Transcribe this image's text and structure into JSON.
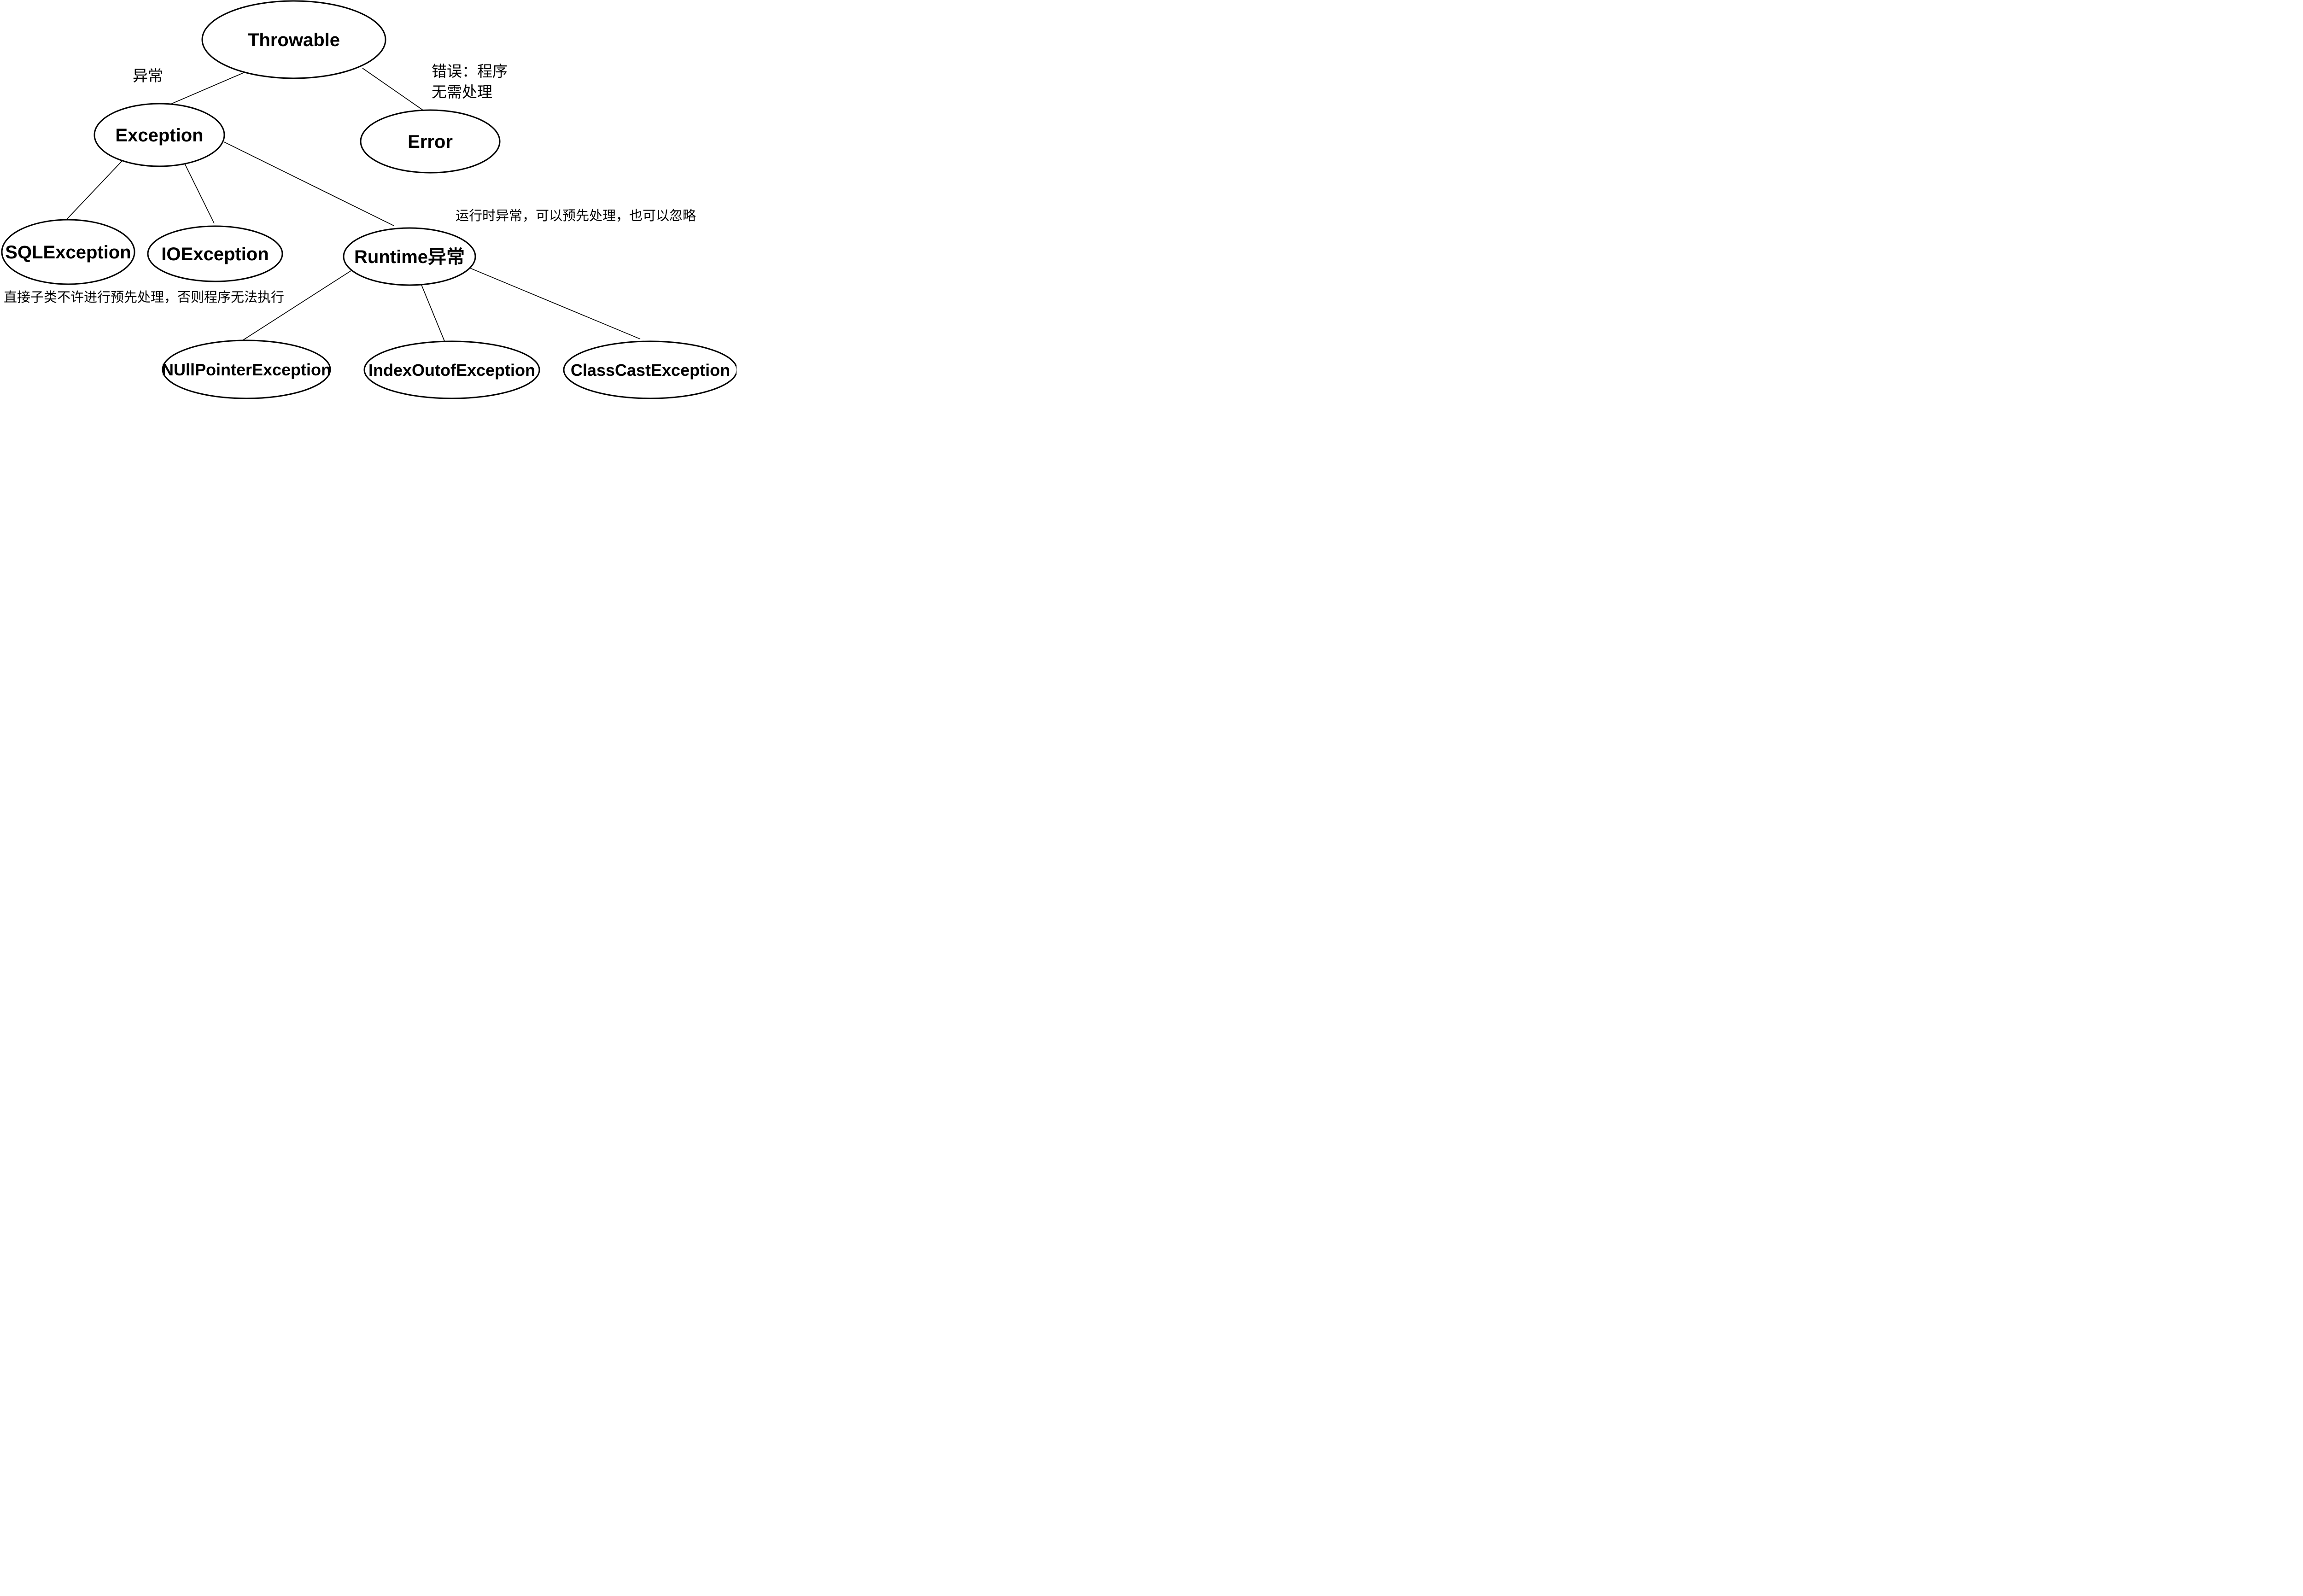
{
  "diagram": {
    "background_color": "#ffffff",
    "stroke_color": "#000000",
    "text_color": "#000000",
    "nodes": {
      "throwable": {
        "label": "Throwable"
      },
      "exception": {
        "label": "Exception"
      },
      "error": {
        "label": "Error"
      },
      "sql": {
        "label": "SQLException"
      },
      "io": {
        "label": "IOException"
      },
      "runtime": {
        "label": "Runtime异常"
      },
      "nullpointer": {
        "label": "NUllPointerException"
      },
      "indexoutof": {
        "label": "IndexOutofException"
      },
      "classcast": {
        "label": "ClassCastException"
      }
    },
    "edges": [
      {
        "from": "throwable",
        "to": "exception"
      },
      {
        "from": "throwable",
        "to": "error"
      },
      {
        "from": "exception",
        "to": "sql"
      },
      {
        "from": "exception",
        "to": "io"
      },
      {
        "from": "exception",
        "to": "runtime"
      },
      {
        "from": "runtime",
        "to": "nullpointer"
      },
      {
        "from": "runtime",
        "to": "indexoutof"
      },
      {
        "from": "runtime",
        "to": "classcast"
      }
    ],
    "annotations": {
      "exception_note": "异常",
      "error_note_line1": "错误：程序",
      "error_note_line2": "无需处理",
      "runtime_note": "运行时异常，可以预先处理，也可以忽略",
      "checked_note": "直接子类不许进行预先处理，否则程序无法执行"
    }
  }
}
